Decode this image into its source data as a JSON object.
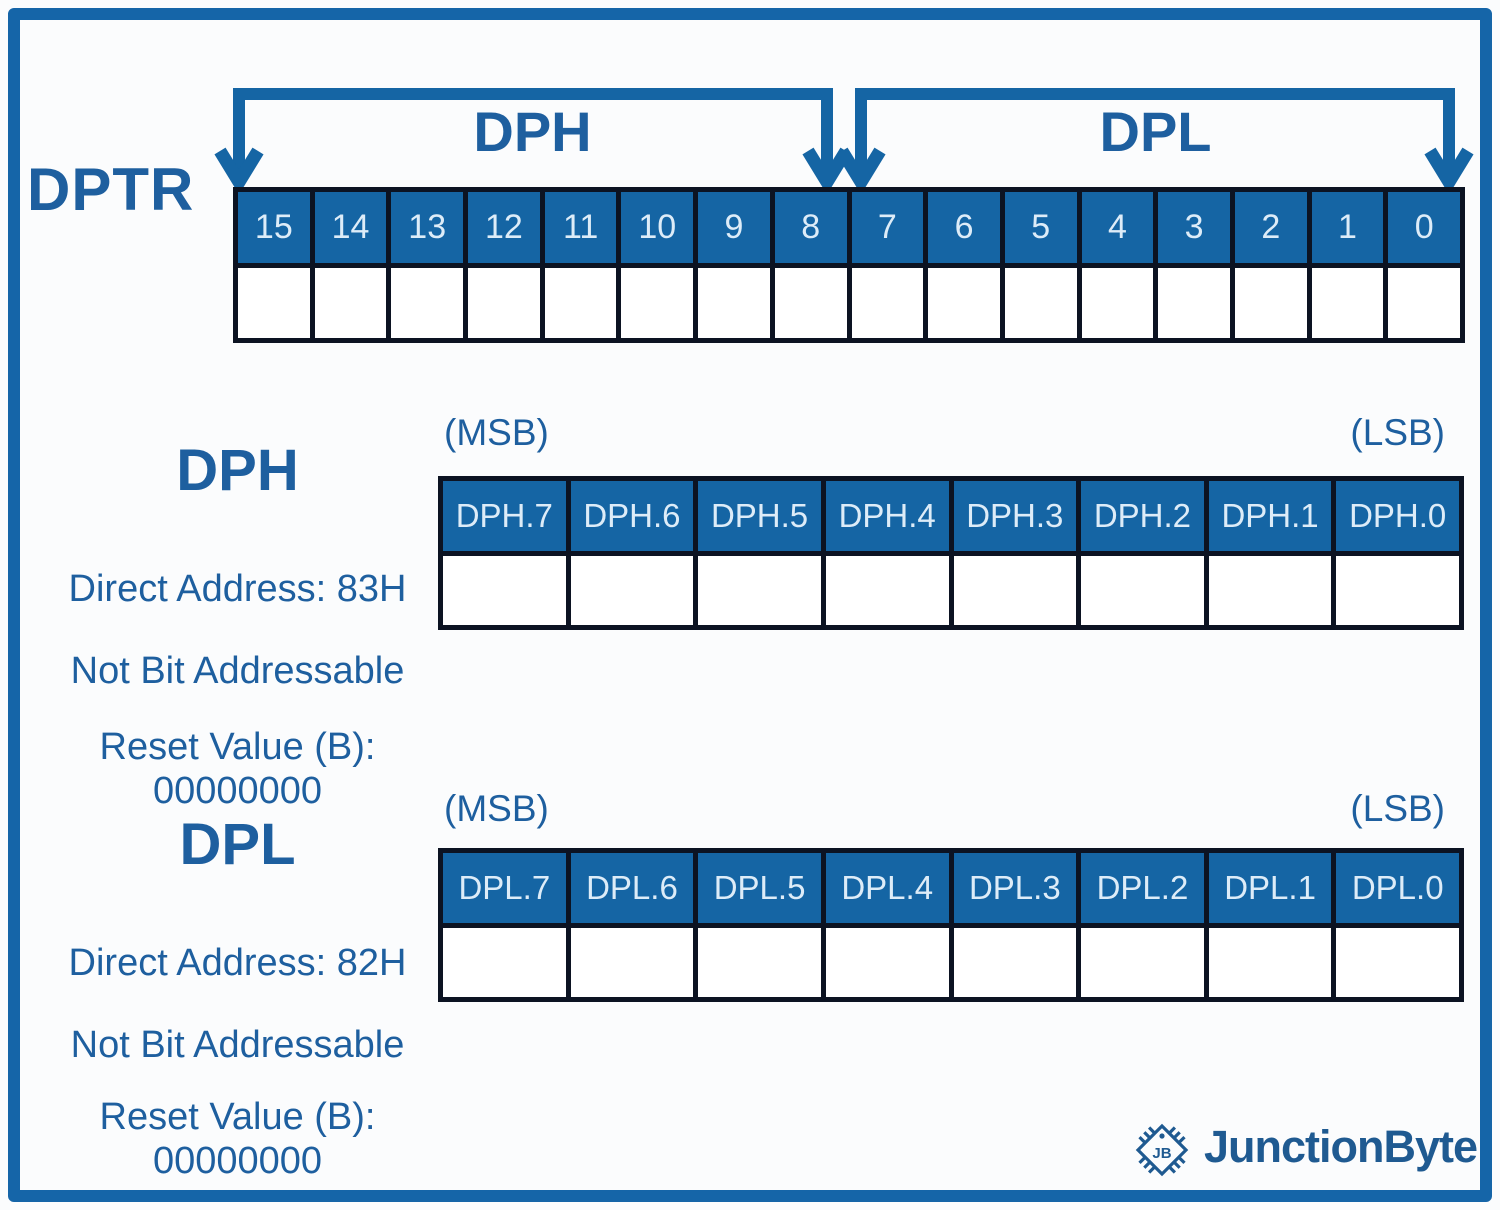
{
  "colors": {
    "accent_blue": "#1565a4",
    "frame_blue": "#1565a8",
    "grid_dark": "#0c1322",
    "text_blue": "#1e5f9f",
    "header_text": "#ddecf8"
  },
  "dptr": {
    "label": "DPTR",
    "dph_bracket_label": "DPH",
    "dpl_bracket_label": "DPL",
    "bits": [
      "15",
      "14",
      "13",
      "12",
      "11",
      "10",
      "9",
      "8",
      "7",
      "6",
      "5",
      "4",
      "3",
      "2",
      "1",
      "0"
    ]
  },
  "dph": {
    "title": "DPH",
    "msb_label": "(MSB)",
    "lsb_label": "(LSB)",
    "cells": [
      "DPH.7",
      "DPH.6",
      "DPH.5",
      "DPH.4",
      "DPH.3",
      "DPH.2",
      "DPH.1",
      "DPH.0"
    ],
    "direct_address": "Direct Address: 83H",
    "bit_addressable": "Not Bit Addressable",
    "reset_value": "Reset Value (B): 00000000"
  },
  "dpl": {
    "title": "DPL",
    "msb_label": "(MSB)",
    "lsb_label": "(LSB)",
    "cells": [
      "DPL.7",
      "DPL.6",
      "DPL.5",
      "DPL.4",
      "DPL.3",
      "DPL.2",
      "DPL.1",
      "DPL.0"
    ],
    "direct_address": "Direct Address: 82H",
    "bit_addressable": "Not Bit Addressable",
    "reset_value": "Reset Value (B): 00000000"
  },
  "footer": {
    "brand": "JunctionByte",
    "logo": "chip-icon"
  }
}
